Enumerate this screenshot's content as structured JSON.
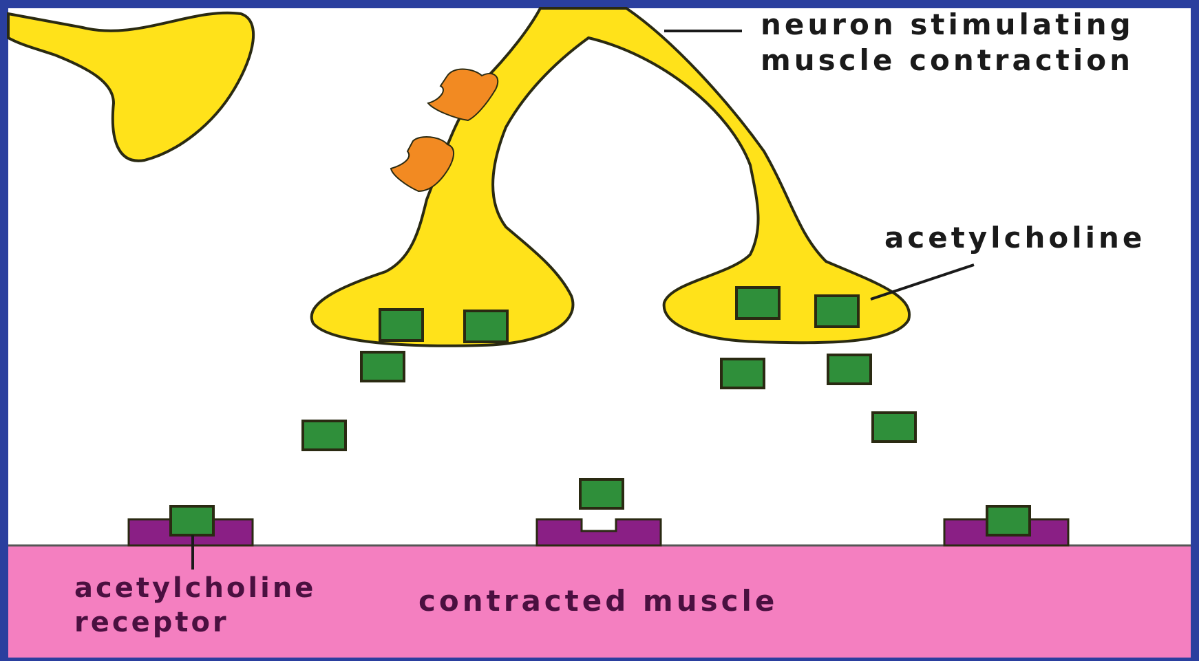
{
  "labels": {
    "neuron_line1": "neuron stimulating",
    "neuron_line2": "muscle contraction",
    "acetylcholine": "acetylcholine",
    "receptor_line1": "acetylcholine",
    "receptor_line2": "receptor",
    "muscle": "contracted muscle"
  },
  "colors": {
    "frame": "#2a3f9e",
    "background": "#ffffff",
    "neuron": "#ffe21a",
    "outline": "#2a2a12",
    "acetylcholine": "#2f8f3a",
    "receptor": "#8a1f85",
    "muscle": "#f47fc0",
    "enzyme": "#f28a22",
    "label_dark": "#1a1a1a",
    "label_muscle": "#4a1040"
  }
}
